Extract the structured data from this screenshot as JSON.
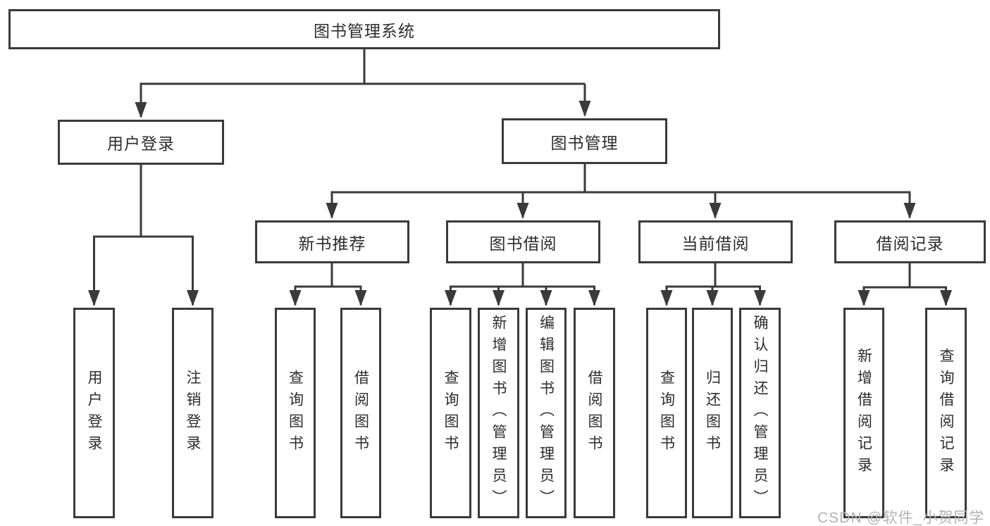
{
  "tree": {
    "root": "图书管理系统",
    "children": [
      {
        "label": "用户登录",
        "leaves": [
          "用户登录",
          "注销登录"
        ]
      },
      {
        "label": "图书管理",
        "children": [
          {
            "label": "新书推荐",
            "leaves": [
              "查询图书",
              "借阅图书"
            ]
          },
          {
            "label": "图书借阅",
            "leaves": [
              "查询图书",
              "新增图书（管理员）",
              "编辑图书（管理员）",
              "借阅图书"
            ]
          },
          {
            "label": "当前借阅",
            "leaves": [
              "查询图书",
              "归还图书",
              "确认归还（管理员）"
            ]
          },
          {
            "label": "借阅记录",
            "leaves": [
              "新增借阅记录",
              "查询借阅记录"
            ]
          }
        ]
      }
    ]
  },
  "watermark": "CSDN @软件_小贺同学",
  "colors": {
    "line": "#3a3a3a",
    "text": "#2d2d2d",
    "watermark": "#b3b3b3",
    "background": "#ffffff"
  }
}
